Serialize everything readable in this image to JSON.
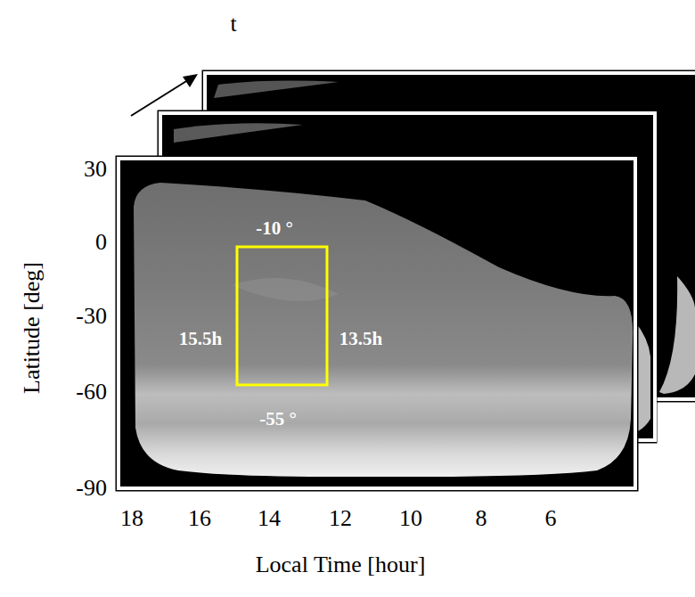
{
  "diagram": {
    "labels": [
      "t",
      "30",
      "0",
      "-30",
      "-60",
      "-90",
      "18",
      "16",
      "14",
      "12",
      "10",
      "8",
      "6",
      "Latitude [deg]",
      "Local Time [hour]",
      "-10 °",
      "15.5h",
      "13.5h",
      "-55 °"
    ]
  }
}
